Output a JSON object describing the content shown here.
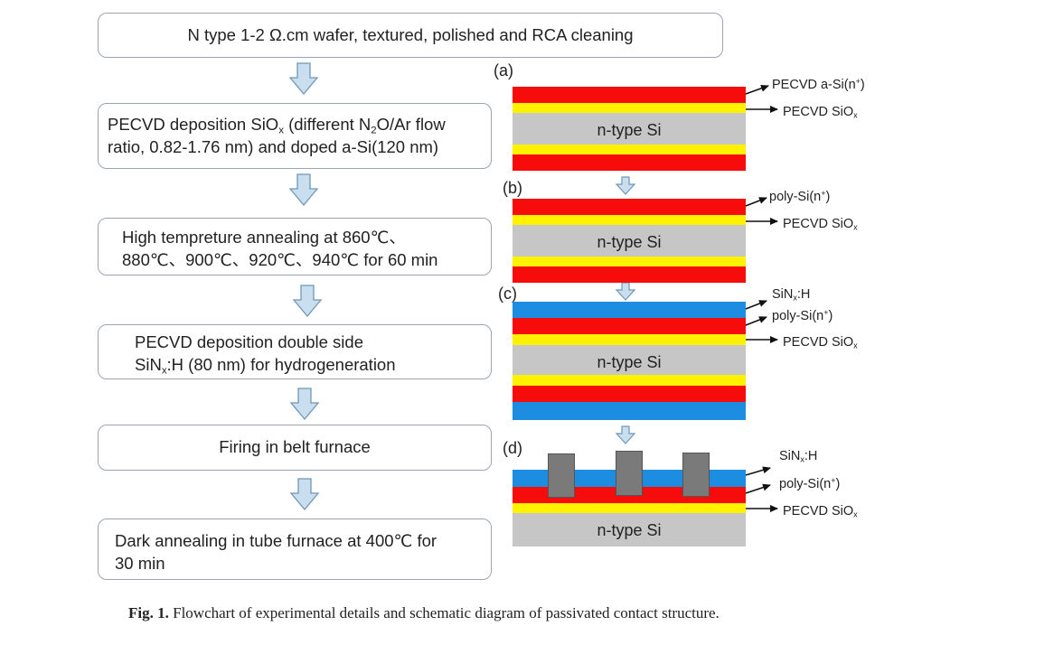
{
  "flowchart": {
    "step1": {
      "line1": "N type 1-2 Ω.cm wafer, textured, polished and RCA cleaning"
    },
    "step2": {
      "line1_a": "PECVD deposition SiO",
      "line1_sub": "x",
      "line1_b": " (different N",
      "line1_sub2": "2",
      "line1_c": "O/Ar flow",
      "line2": "ratio, 0.82-1.76 nm) and doped a-Si(120 nm)"
    },
    "step3": {
      "line1": "High tempreture annealing at 860℃、",
      "line2": "880℃、900℃、920℃、940℃ for 60 min"
    },
    "step4": {
      "line1": "PECVD deposition double side",
      "line2_a": "SiN",
      "line2_sub": "x",
      "line2_b": ":H (80 nm) for hydrogeneration"
    },
    "step5": {
      "line1": "Firing in belt furnace"
    },
    "step6": {
      "line1": "Dark annealing in tube furnace at 400℃ for",
      "line2": "30 min"
    }
  },
  "schematic": {
    "panel_a": {
      "label": "(a)",
      "substrate": "n-type Si",
      "callout1_a": "PECVD a-Si(n",
      "callout1_sup": "+",
      "callout1_b": ")",
      "callout2_a": "PECVD SiO",
      "callout2_sub": "x"
    },
    "panel_b": {
      "label": "(b)",
      "substrate": "n-type Si",
      "callout1_a": "poly-Si(n",
      "callout1_sup": "+",
      "callout1_b": ")",
      "callout2_a": "PECVD SiO",
      "callout2_sub": "x"
    },
    "panel_c": {
      "label": "(c)",
      "substrate": "n-type Si",
      "callout1_a": "SiN",
      "callout1_sub": "x",
      "callout1_b": ":H",
      "callout2_a": "poly-Si(n",
      "callout2_sup": "+",
      "callout2_b": ")",
      "callout3_a": "PECVD SiO",
      "callout3_sub": "x"
    },
    "panel_d": {
      "label": "(d)",
      "substrate": "n-type Si",
      "callout1_a": "SiN",
      "callout1_sub": "x",
      "callout1_b": ":H",
      "callout2_a": "poly-Si(n",
      "callout2_sup": "+",
      "callout2_b": ")",
      "callout3_a": "PECVD SiO",
      "callout3_sub": "x"
    }
  },
  "colors": {
    "arrow_fill": "#c9dff0",
    "arrow_stroke": "#6f97b8",
    "poly_si": "#f70c0c",
    "sio2": "#fff200",
    "silicon": "#c6c6c6",
    "sinx": "#1c8de0",
    "contact": "#7a7a7a"
  },
  "caption": {
    "label": "Fig. 1.",
    "text": "Flowchart of experimental details and schematic diagram of passivated contact structure."
  }
}
